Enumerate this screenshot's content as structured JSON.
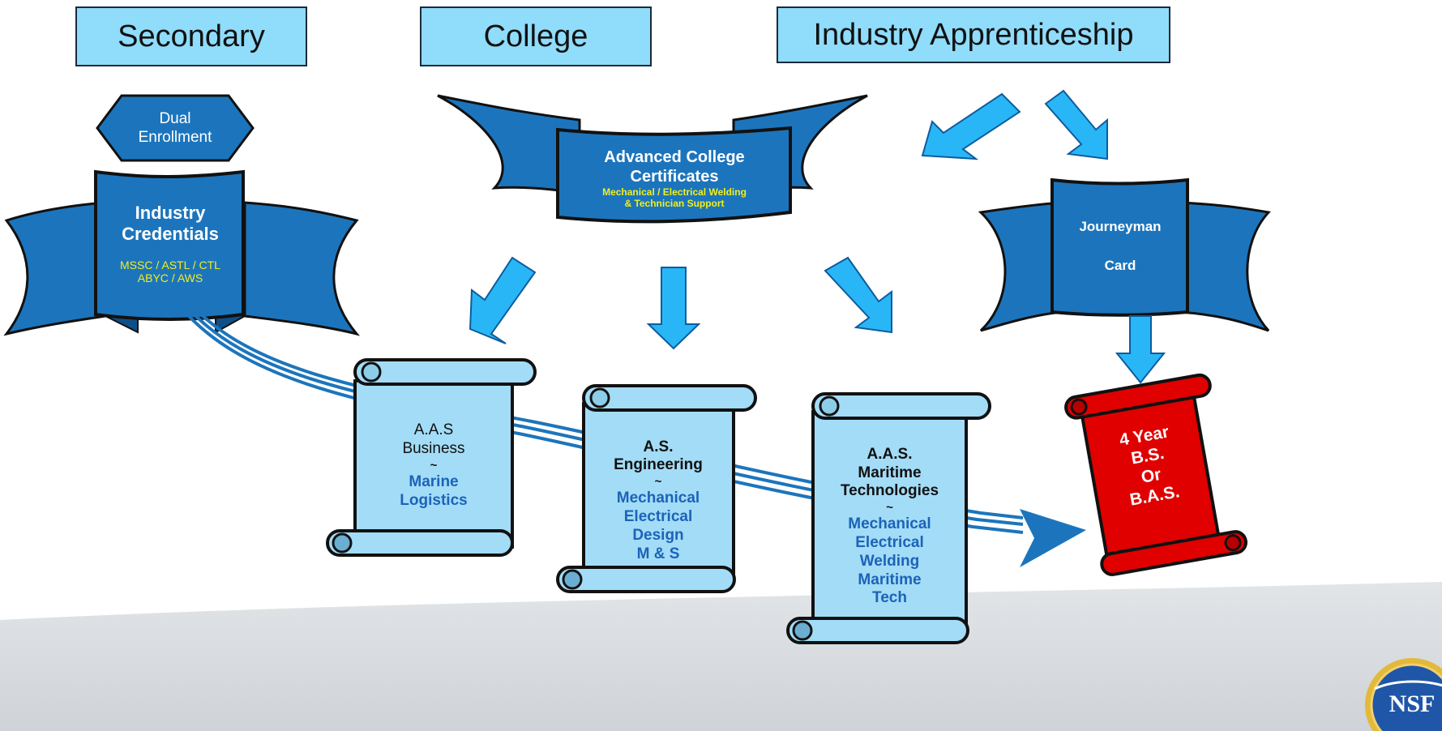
{
  "headers": {
    "secondary": "Secondary",
    "college": "College",
    "industry": "Industry Apprenticeship"
  },
  "dual_enrollment": {
    "line1": "Dual",
    "line2": "Enrollment"
  },
  "industry_credentials": {
    "title_line1": "Industry",
    "title_line2": "Credentials",
    "sub_line1": "MSSC / ASTL / CTL",
    "sub_line2": "ABYC / AWS"
  },
  "advanced_certificates": {
    "title_line1": "Advanced College",
    "title_line2": "Certificates",
    "sub_line1": "Mechanical / Electrical Welding",
    "sub_line2": "& Technician Support"
  },
  "journeyman": {
    "line1": "Journeyman",
    "line2": "Card"
  },
  "scroll_business": {
    "line1": "A.A.S",
    "line2": "Business",
    "tilde": "~",
    "focus": [
      "Marine",
      "Logistics"
    ]
  },
  "scroll_engineering": {
    "line1": "A.S.",
    "line2": "Engineering",
    "tilde": "~",
    "focus": [
      "Mechanical",
      "Electrical",
      "Design",
      "M & S"
    ]
  },
  "scroll_maritime": {
    "line1": "A.A.S.",
    "line2": "Maritime",
    "line3": "Technologies",
    "tilde": "~",
    "focus": [
      "Mechanical",
      "Electrical",
      "Welding",
      "Maritime",
      "Tech"
    ]
  },
  "scroll_degree": {
    "lines": [
      "4 Year",
      "B.S.",
      "Or",
      "B.A.S."
    ]
  },
  "logo": {
    "text": "NSF"
  },
  "colors": {
    "header_fill": "#8fdcfb",
    "ribbon_blue": "#1c75bc",
    "arrow_blue": "#29b6f6",
    "scroll_fill": "#a3dcf7",
    "degree_red": "#e00000",
    "credential_yellow": "#f2ef1a"
  }
}
